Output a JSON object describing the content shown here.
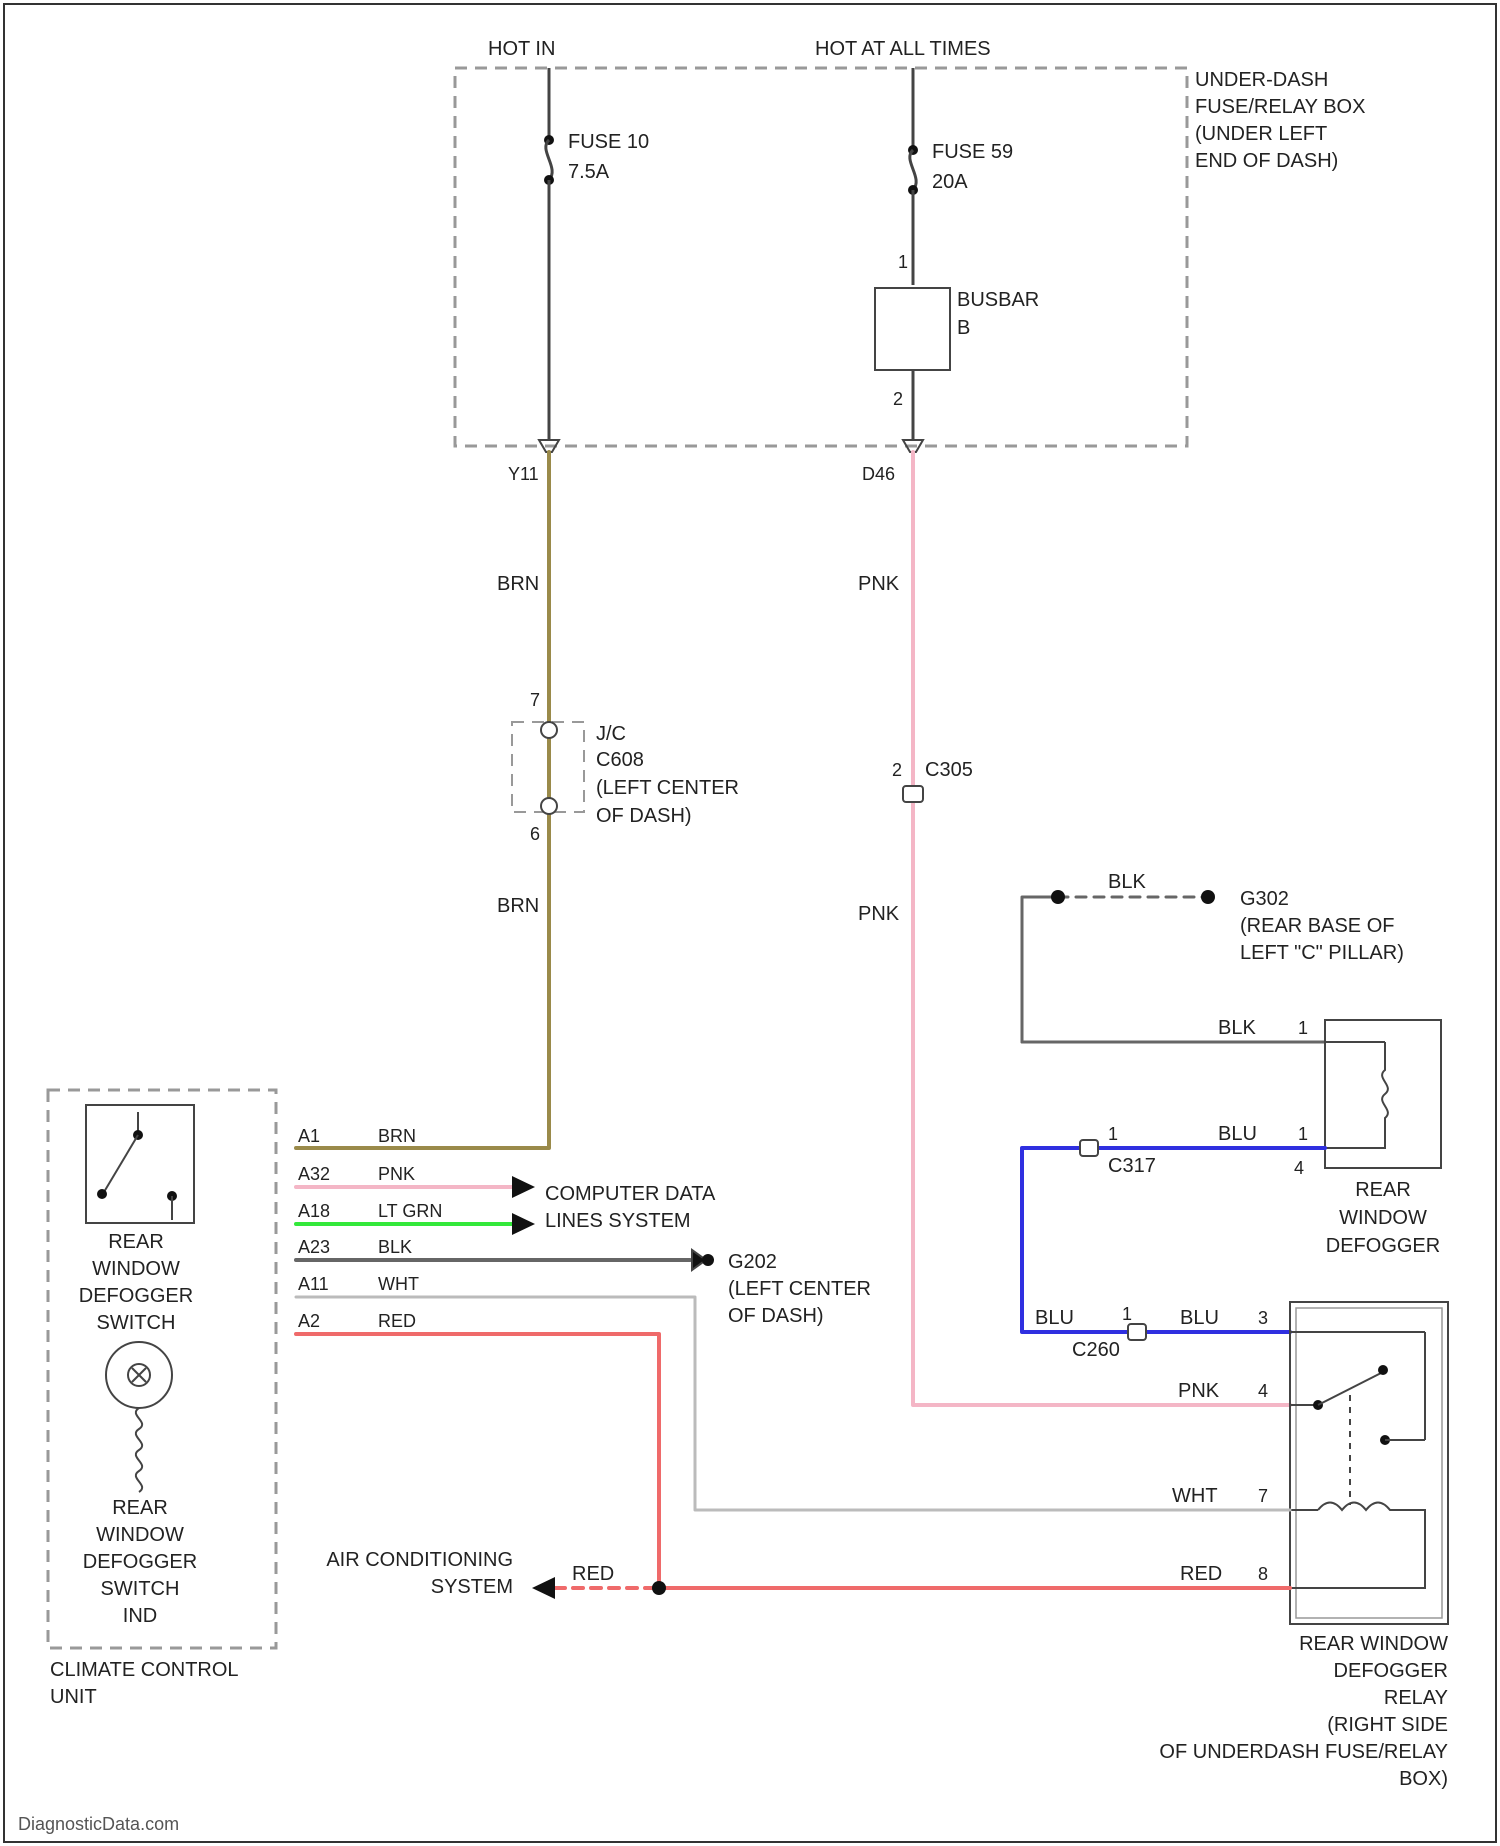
{
  "page": {
    "watermark": "DiagnosticData.com"
  },
  "colors": {
    "brn": "#9a8a4a",
    "pnk": "#f4b6c6",
    "lt_grn": "#33e83a",
    "blk": "#666666",
    "wht": "#bbbbbb",
    "red": "#ef6a6a",
    "blu": "#2f2fe0",
    "fusebox_outline": "#999999",
    "line": "#333333"
  },
  "labels": {
    "hot_in": "HOT IN",
    "hot_at_all_times": "HOT AT ALL TIMES",
    "fusebox": [
      "UNDER-DASH",
      "FUSE/RELAY BOX",
      "(UNDER LEFT",
      "END OF DASH)"
    ],
    "fuse10": [
      "FUSE 10",
      "7.5A"
    ],
    "fuse59": [
      "FUSE 59",
      "20A"
    ],
    "busbar": [
      "BUSBAR",
      "B"
    ],
    "pin_busbar_1": "1",
    "pin_busbar_2": "2",
    "conn_y11": "Y11",
    "conn_d46": "D46",
    "brn_upper": "BRN",
    "pnk_upper": "PNK",
    "brn_lower": "BRN",
    "pnk_lower": "PNK",
    "jc_c608": [
      "J/C",
      "C608",
      "(LEFT CENTER",
      "OF DASH)"
    ],
    "jc_pin_top": "7",
    "jc_pin_bottom": "6",
    "c305_pin": "2",
    "c305": "C305",
    "g302_wire": "BLK",
    "g302": [
      "G302",
      "(REAR BASE OF",
      "LEFT \"C\" PILLAR)"
    ],
    "defogger_blk": "BLK",
    "defogger_blk_pin": "1",
    "defogger_blu": "BLU",
    "defogger_blu_pin": "1",
    "c317": "C317",
    "c317_pin": "1",
    "rear_window_defogger": [
      "REAR",
      "WINDOW",
      "DEFOGGER"
    ],
    "ccu_pins": [
      {
        "pin": "A1",
        "wire": "BRN"
      },
      {
        "pin": "A32",
        "wire": "PNK"
      },
      {
        "pin": "A18",
        "wire": "LT GRN"
      },
      {
        "pin": "A23",
        "wire": "BLK"
      },
      {
        "pin": "A11",
        "wire": "WHT"
      },
      {
        "pin": "A2",
        "wire": "RED"
      }
    ],
    "computer_data": [
      "COMPUTER DATA",
      "LINES SYSTEM"
    ],
    "g202": [
      "G202",
      "(LEFT CENTER",
      "OF DASH)"
    ],
    "c260_left_wire": "BLU",
    "c260_pin": "1",
    "c260": "C260",
    "relay_blu": "BLU",
    "relay_blu_pin": "3",
    "relay_pnk": "PNK",
    "relay_pnk_pin": "4",
    "relay_wht": "WHT",
    "relay_wht_pin": "7",
    "relay_red": "RED",
    "relay_red_pin": "8",
    "ac_system": [
      "AIR CONDITIONING",
      "SYSTEM"
    ],
    "ac_red": "RED",
    "defogger_switch": [
      "REAR",
      "WINDOW",
      "DEFOGGER",
      "SWITCH"
    ],
    "defogger_switch_ind": [
      "REAR",
      "WINDOW",
      "DEFOGGER",
      "SWITCH",
      "IND"
    ],
    "ccu": [
      "CLIMATE CONTROL",
      "UNIT"
    ],
    "relay": [
      "REAR WINDOW",
      "DEFOGGER",
      "RELAY",
      "(RIGHT SIDE",
      "OF UNDERDASH FUSE/RELAY",
      "BOX)"
    ]
  }
}
